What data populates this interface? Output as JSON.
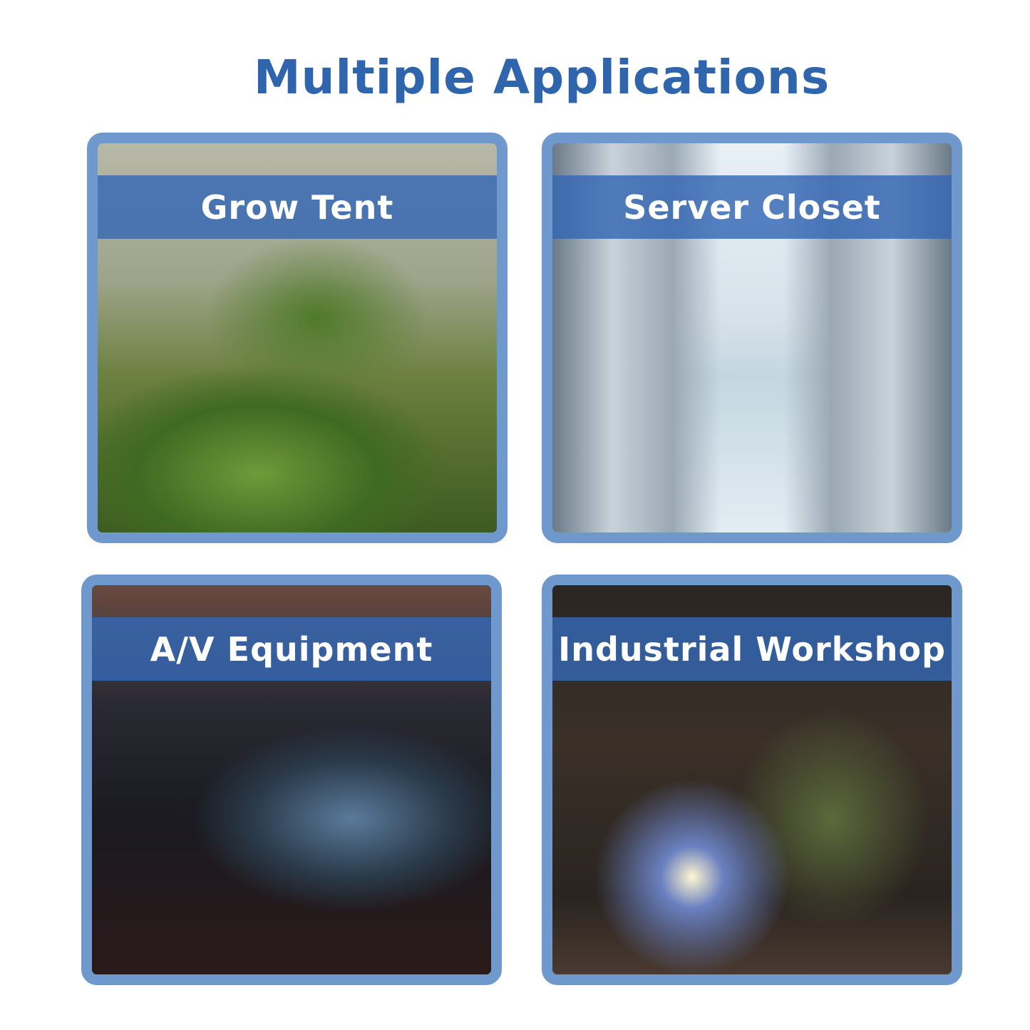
{
  "title": "Multiple Applications",
  "cards": [
    {
      "label": "Grow Tent"
    },
    {
      "label": "Server Closet"
    },
    {
      "label": "A/V Equipment"
    },
    {
      "label": "Industrial Workshop"
    }
  ],
  "colors": {
    "title": "#2f65ad",
    "border": "#6f99cc",
    "band": "#3468b4"
  }
}
